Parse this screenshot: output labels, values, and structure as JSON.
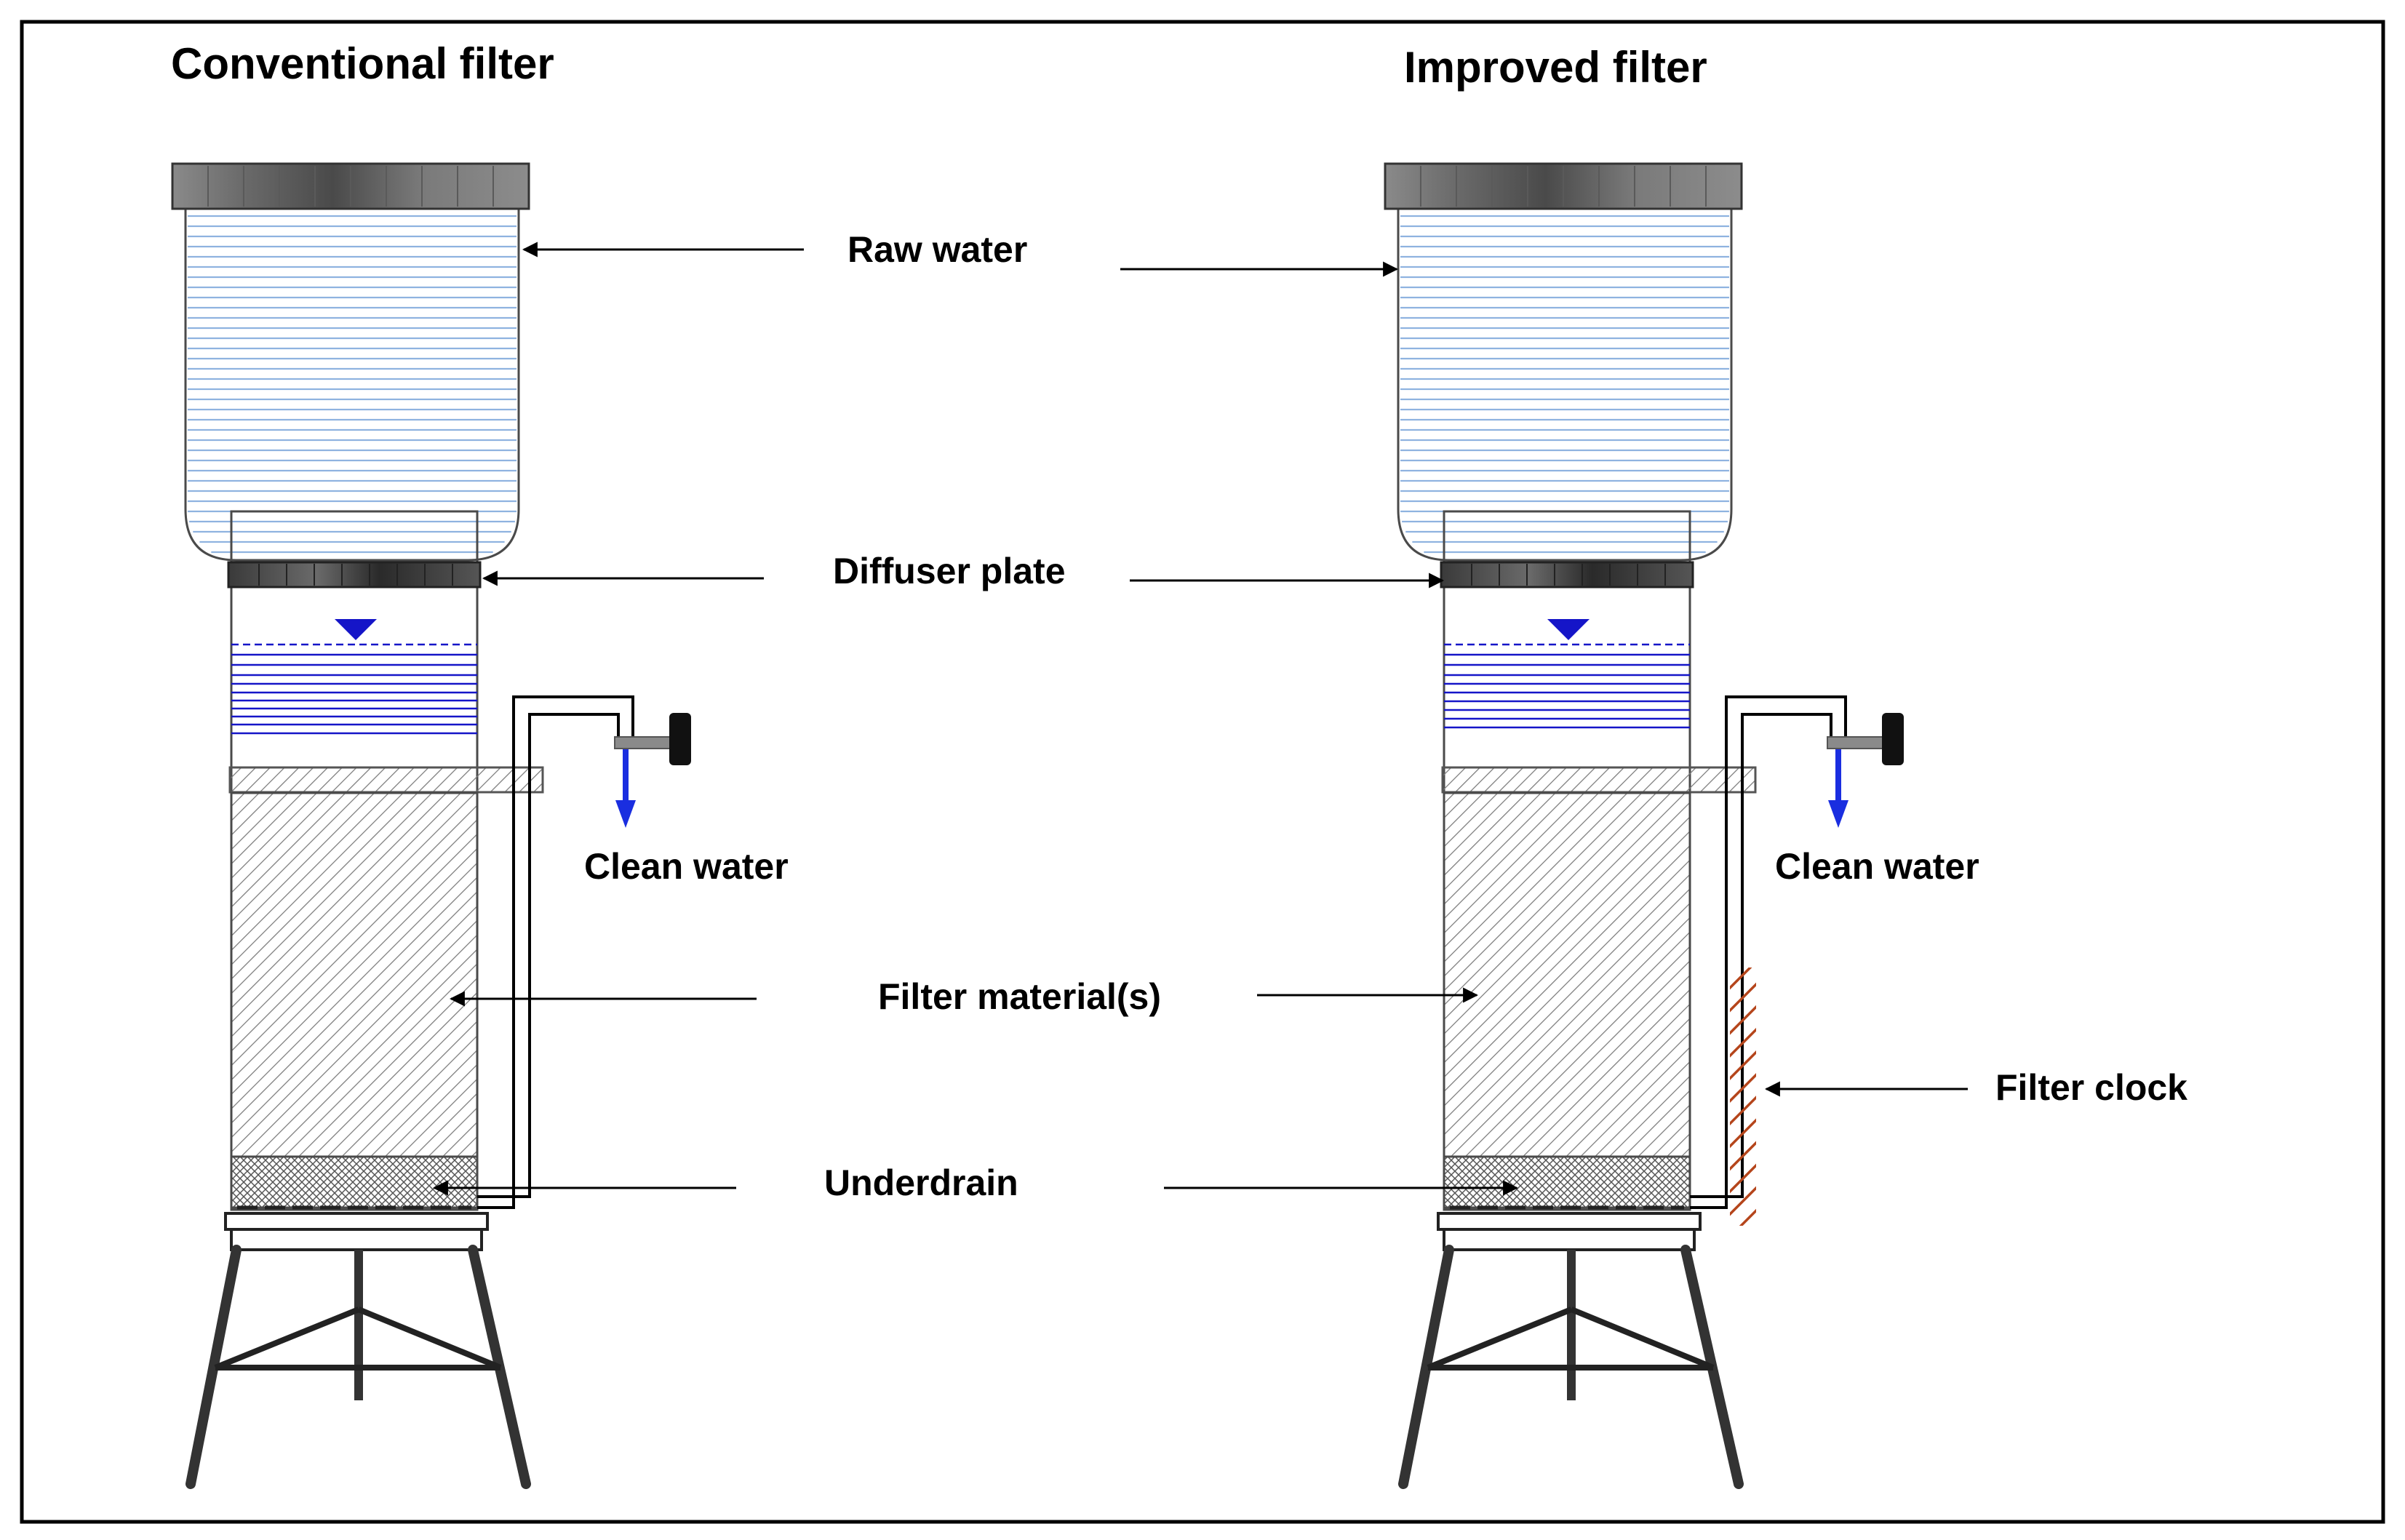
{
  "titles": {
    "left": "Conventional filter",
    "right": "Improved filter"
  },
  "labels": {
    "raw_water": "Raw water",
    "diffuser_plate": "Diffuser plate",
    "clean_water_left": "Clean water",
    "clean_water_right": "Clean water",
    "filter_materials": "Filter material(s)",
    "filter_clock": "Filter clock",
    "underdrain": "Underdrain"
  },
  "colors": {
    "water_lines": "#8fb3e0",
    "water_level": "#1515c8",
    "clean_water_arrow": "#1a2ee0",
    "clock_hatch": "#b5451b",
    "frame": "#000000"
  }
}
